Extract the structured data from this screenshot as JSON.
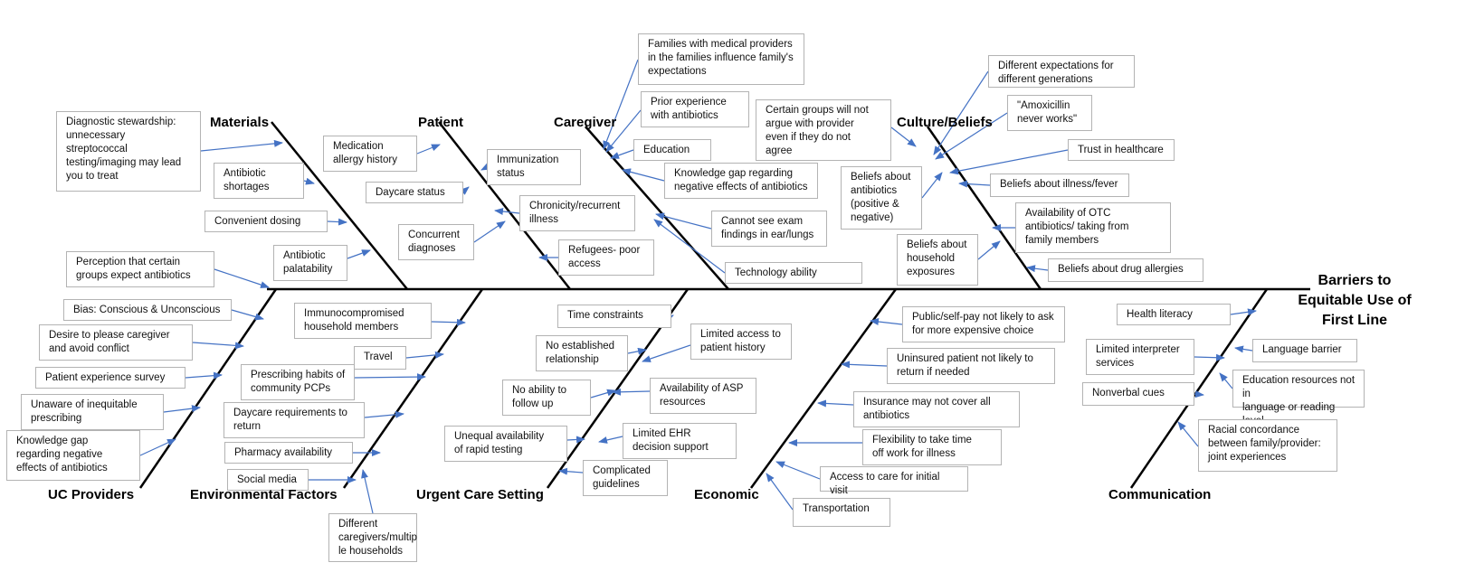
{
  "title": "Barriers to\nEquitable Use of\nFirst Line",
  "categories": {
    "materials": "Materials",
    "patient": "Patient",
    "caregiver": "Caregiver",
    "culture": "Culture/Beliefs",
    "uc_providers": "UC Providers",
    "environmental": "Environmental Factors",
    "urgent_care": "Urgent Care Setting",
    "economic": "Economic",
    "communication": "Communication"
  },
  "causes": {
    "materials": [
      "Diagnostic stewardship:\nunnecessary\nstreptococcal\ntesting/imaging may lead\nyou to treat",
      "Antibiotic\nshortages",
      "Convenient dosing",
      "Antibiotic\npalatability"
    ],
    "patient": [
      "Medication\nallergy history",
      "Daycare status",
      "Concurrent\ndiagnoses",
      "Immunization\nstatus",
      "Chronicity/recurrent\nillness",
      "Refugees- poor\naccess"
    ],
    "caregiver": [
      "Families with medical providers\nin the families influence family's\nexpectations",
      "Prior experience\nwith antibiotics",
      "Education",
      "Knowledge gap regarding\nnegative effects of antibiotics",
      "Cannot see exam\nfindings in ear/lungs",
      "Technology ability"
    ],
    "culture": [
      "Certain groups will not\nargue with provider\neven if they do not\nagree",
      "Beliefs about\nantibiotics\n(positive &\nnegative)",
      "Beliefs about\nhousehold\nexposures",
      "Different expectations for\ndifferent generations",
      "\"Amoxicillin\nnever works\"",
      "Trust in healthcare",
      "Beliefs about illness/fever",
      "Availability of OTC\nantibiotics/ taking from\nfamily members",
      "Beliefs about drug allergies"
    ],
    "uc_providers": [
      "Perception that certain\ngroups expect antibiotics",
      "Bias: Conscious & Unconscious",
      "Desire to please caregiver\nand avoid conflict",
      "Patient experience survey",
      "Unaware of inequitable\nprescribing",
      "Knowledge gap\nregarding negative\neffects of antibiotics"
    ],
    "environmental": [
      "Immunocompromised\nhousehold members",
      "Travel",
      "Prescribing habits of\ncommunity PCPs",
      "Daycare requirements to\nreturn",
      "Pharmacy availability",
      "Social media",
      "Different\ncaregivers/multip\nle households"
    ],
    "urgent_care": [
      "Time constraints",
      "No established\nrelationship",
      "Limited access to\npatient history",
      "No ability to\nfollow up",
      "Availability of ASP\nresources",
      "Unequal availability\nof rapid testing",
      "Limited EHR\ndecision support",
      "Complicated\nguidelines"
    ],
    "economic": [
      "Public/self-pay not likely to ask\nfor more expensive choice",
      "Uninsured patient not likely to\nreturn if needed",
      "Insurance may not cover all\nantibiotics",
      "Flexibility to take time\noff work for illness",
      "Access to care for initial visit",
      "Transportation"
    ],
    "communication": [
      "Health literacy",
      "Limited interpreter\nservices",
      "Language barrier",
      "Nonverbal cues",
      "Education resources not in\nlanguage or reading level",
      "Racial concordance\nbetween family/provider:\njoint experiences"
    ]
  },
  "colors": {
    "arrow": "#4472c4",
    "bone": "#000000",
    "box_border": "#b3b3b3"
  }
}
